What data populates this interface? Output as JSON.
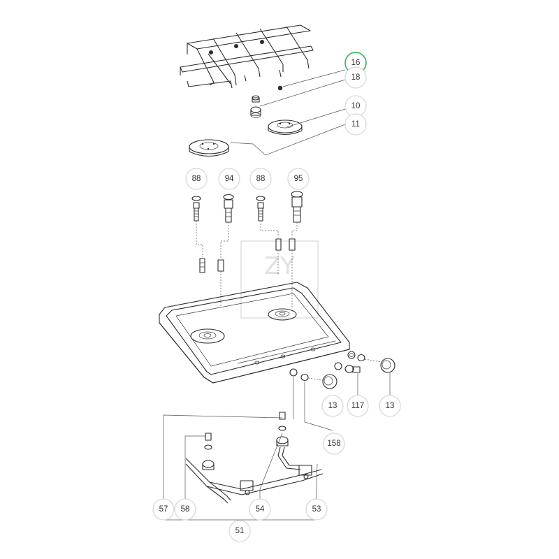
{
  "diagram": {
    "watermark": "ZY",
    "selected_callout": "16",
    "callouts": {
      "c16": "16",
      "c18": "18",
      "c10": "10",
      "c11": "11",
      "c88a": "88",
      "c94": "94",
      "c88b": "88",
      "c95": "95",
      "c13a": "13",
      "c117": "117",
      "c13b": "13",
      "c158": "158",
      "c57": "57",
      "c58": "58",
      "c54": "54",
      "c53": "53",
      "c51": "51"
    }
  }
}
